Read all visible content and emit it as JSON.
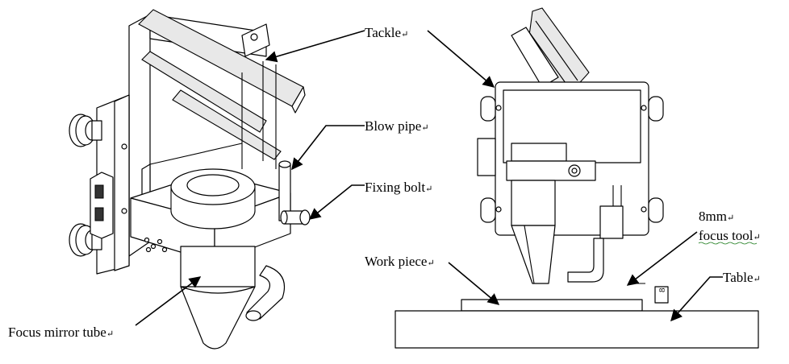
{
  "labels": {
    "tackle": "Tackle",
    "blow_pipe": "Blow pipe",
    "fixing_bolt": "Fixing bolt",
    "focus_mirror_tube": "Focus mirror tube",
    "work_piece": "Work piece",
    "focus_tool_line1": "8mm",
    "focus_tool_line2": "focus tool",
    "table": "Table",
    "paragraph_mark": "↵"
  },
  "dimension": {
    "gap_value": "8"
  }
}
